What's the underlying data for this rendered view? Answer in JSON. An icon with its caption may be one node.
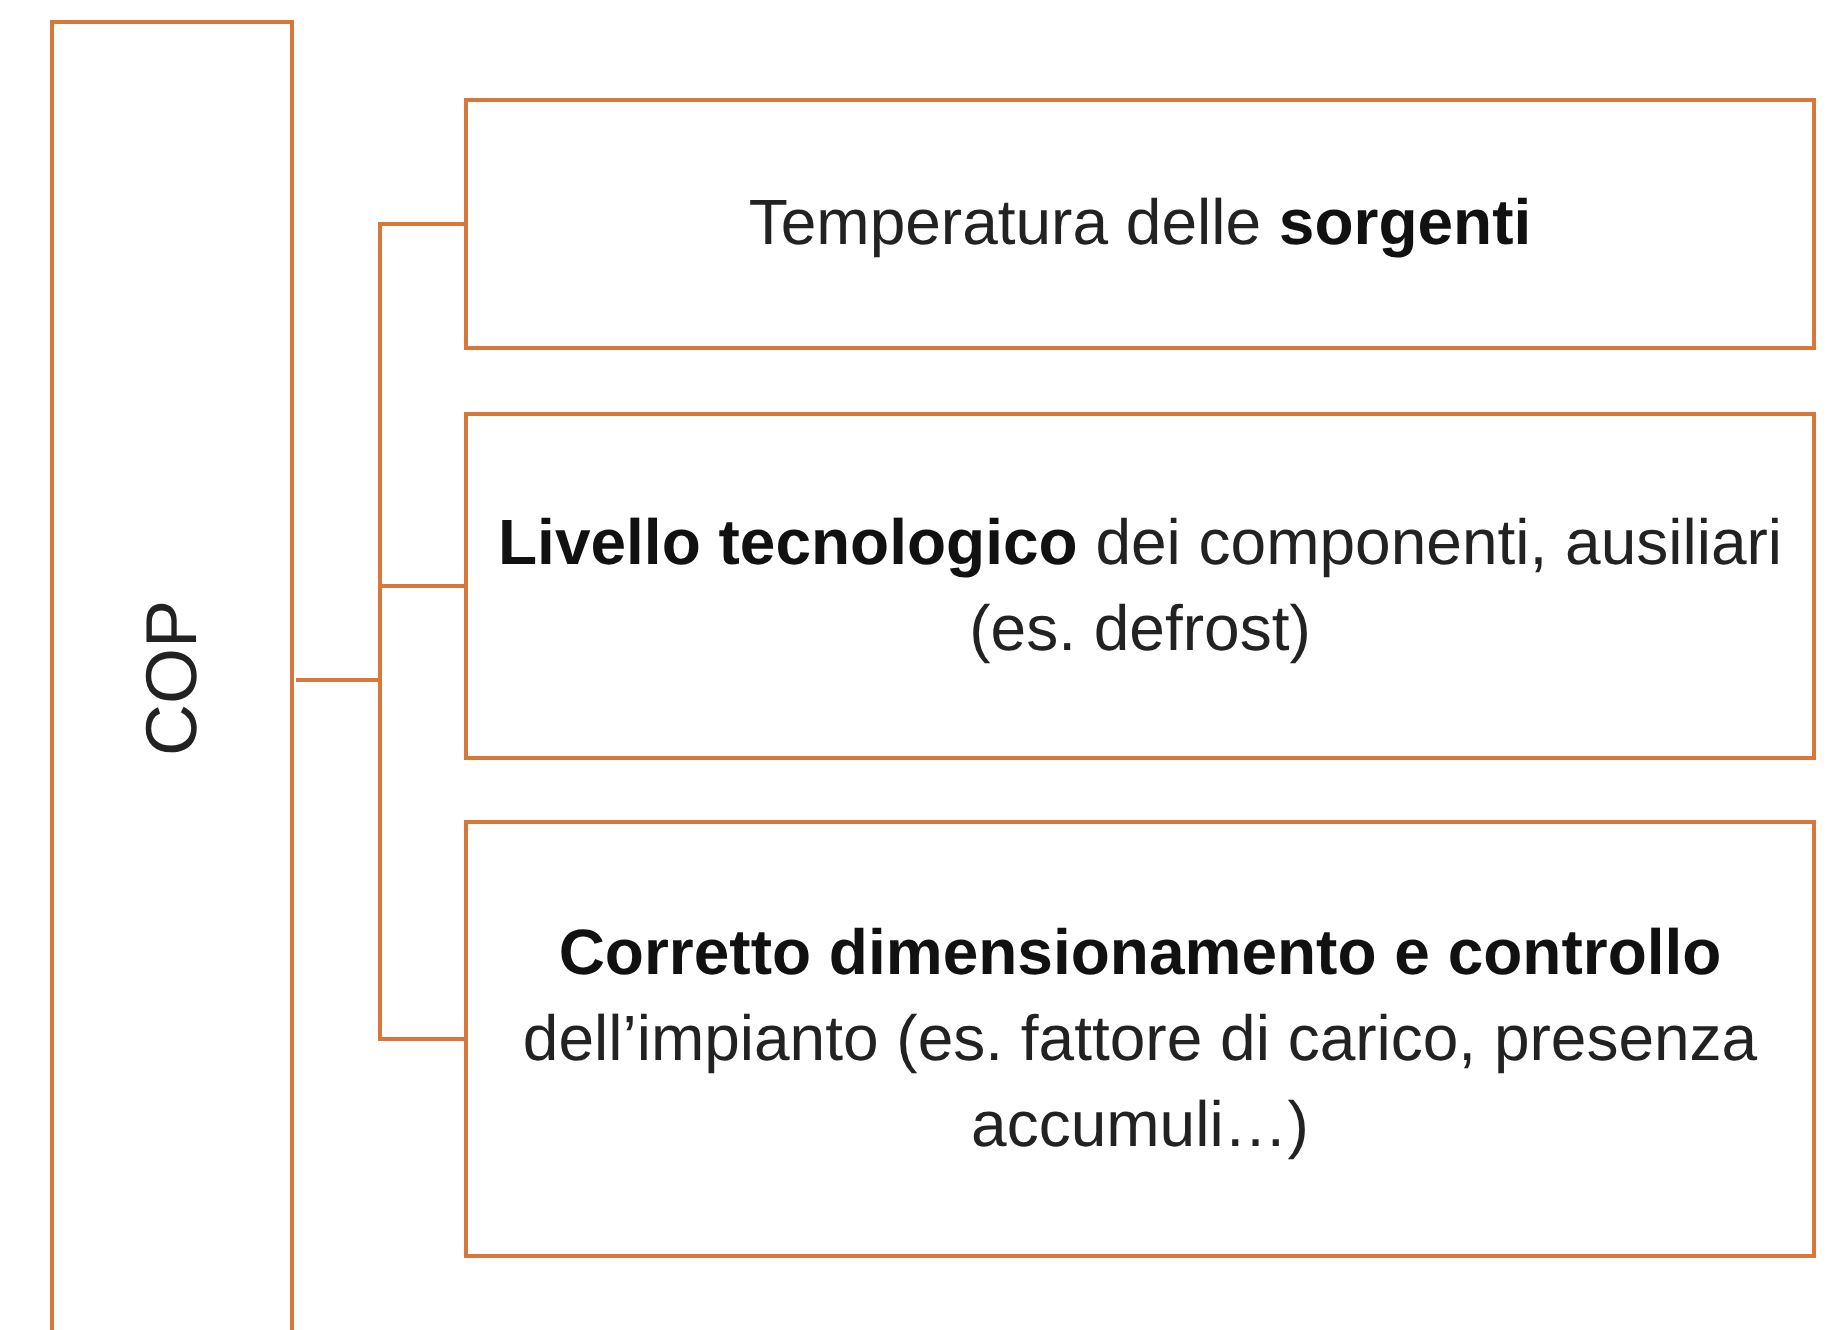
{
  "diagram": {
    "nodes": [
      {
        "text": [
          "COP"
        ]
      },
      {
        "text": [
          "Temperatura delle **sorgenti**"
        ]
      },
      {
        "text": [
          "**Livello tecnologico** dei componenti, ausiliari (es. defrost)"
        ]
      },
      {
        "text": [
          "**Corretto dimensionamento e controllo** dell’impianto (es. fattore di carico, presenza accumuli…)"
        ]
      }
    ],
    "edges": [
      {
        "from": 0,
        "to": 1,
        "arrow": "none"
      },
      {
        "from": 0,
        "to": 2,
        "arrow": "none"
      },
      {
        "from": 0,
        "to": 3,
        "arrow": "none"
      }
    ]
  }
}
